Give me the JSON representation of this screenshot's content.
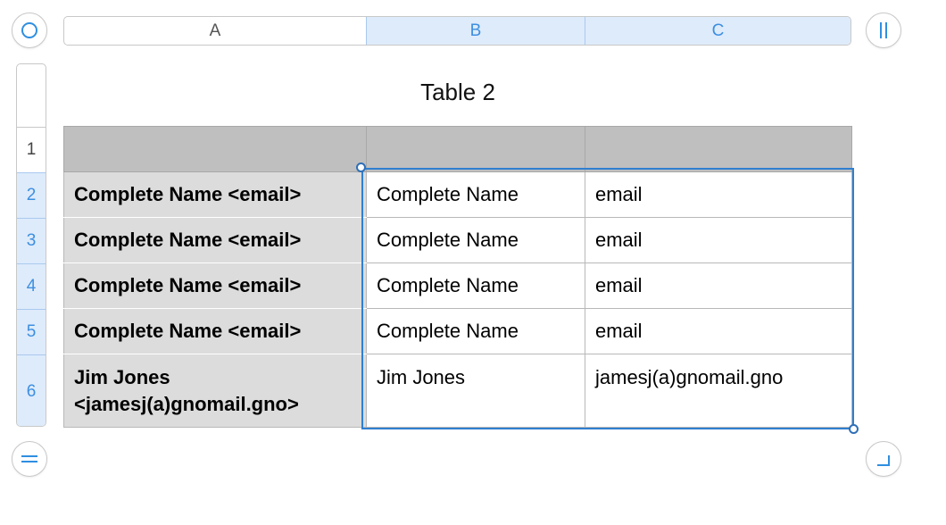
{
  "columns": {
    "a": "A",
    "b": "B",
    "c": "C"
  },
  "rows": [
    "1",
    "2",
    "3",
    "4",
    "5",
    "6"
  ],
  "table": {
    "title": "Table 2",
    "data_rows": [
      {
        "head": "Complete Name <email>",
        "name": "Complete Name",
        "email": "email"
      },
      {
        "head": "Complete Name <email>",
        "name": "Complete Name",
        "email": "email"
      },
      {
        "head": "Complete Name <email>",
        "name": "Complete Name",
        "email": "email"
      },
      {
        "head": "Complete Name <email>",
        "name": "Complete Name",
        "email": "email"
      },
      {
        "head_line1": "Jim Jones",
        "head_line2": "<jamesj(a)gnomail.gno>",
        "name": "Jim Jones",
        "email": "jamesj(a)gnomail.gno"
      }
    ]
  },
  "colors": {
    "accent": "#2f8fe0",
    "selection_fill": "#deebfb",
    "header_fill": "#bfbfbf",
    "row_header_fill": "#dcdcdc"
  },
  "icons": {
    "top_left": "circle-select-icon",
    "top_right": "column-resize-icon",
    "bottom_left": "row-resize-icon",
    "bottom_right": "table-corner-icon"
  }
}
